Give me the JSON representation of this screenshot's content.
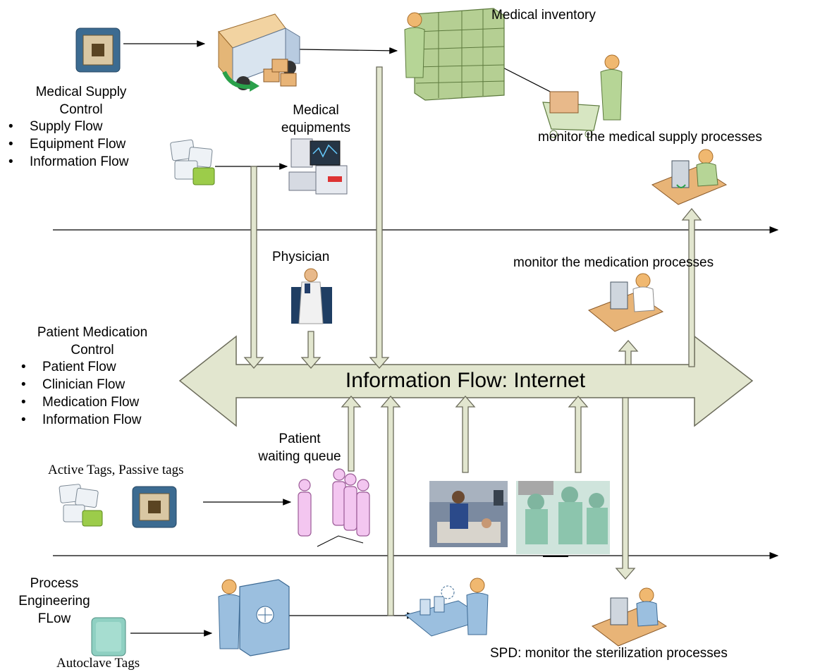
{
  "supply_section": {
    "title_line1": "Medical Supply",
    "title_line2": "Control",
    "items": [
      "Supply Flow",
      "Equipment Flow",
      "Information Flow"
    ]
  },
  "labels": {
    "medical_inventory": "Medical inventory",
    "medical_equipments_line1": "Medical",
    "medical_equipments_line2": "equipments",
    "monitor_supply": "monitor the medical supply processes",
    "physician": "Physician",
    "monitor_medication": "monitor the medication processes",
    "patient_queue_line1": "Patient",
    "patient_queue_line2": "waiting queue",
    "active_passive_tags": "Active Tags, Passive tags",
    "spd_monitor": "SPD: monitor the sterilization processes",
    "autoclave_tags": "Autoclave Tags"
  },
  "medication_section": {
    "title_line1": "Patient Medication",
    "title_line2": "Control",
    "items": [
      "Patient Flow",
      "Clinician Flow",
      "Medication Flow",
      "Information Flow"
    ]
  },
  "process_section": {
    "title_line1": "Process",
    "title_line2": "Engineering",
    "title_line3": "FLow"
  },
  "central_band": {
    "label": "Information Flow: Internet"
  },
  "colors": {
    "band_fill": "#e2e6cf",
    "band_stroke": "#6b6b5a",
    "figure_green": "#b6d596",
    "figure_blue": "#9bbfdf",
    "figure_pink": "#f3c6f0",
    "head_orange": "#f0b870"
  }
}
